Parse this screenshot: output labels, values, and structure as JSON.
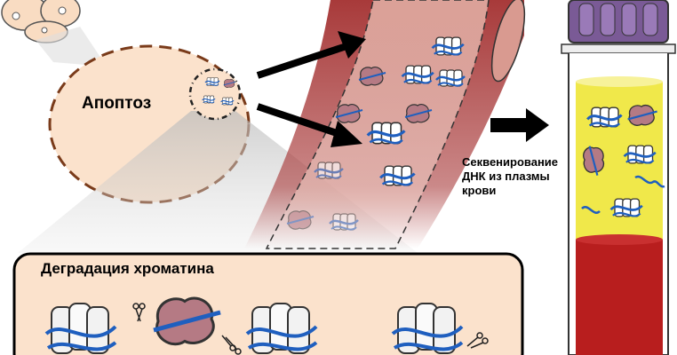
{
  "labels": {
    "apoptosis": "Апоптоз",
    "sequencing": [
      "Секвенирование",
      "ДНК из плазмы",
      "крови"
    ],
    "chromatin_degradation": "Деградация хроматина"
  },
  "colors": {
    "vessel": "#a83a3a",
    "vessel_inner": "#d99a90",
    "peach": "#fbe2cc",
    "plasma": "#f0e84a",
    "blood": "#b81e1e",
    "cap": "#7a5a96",
    "dna": "#1f5fbf",
    "protein": "#b57a84"
  }
}
